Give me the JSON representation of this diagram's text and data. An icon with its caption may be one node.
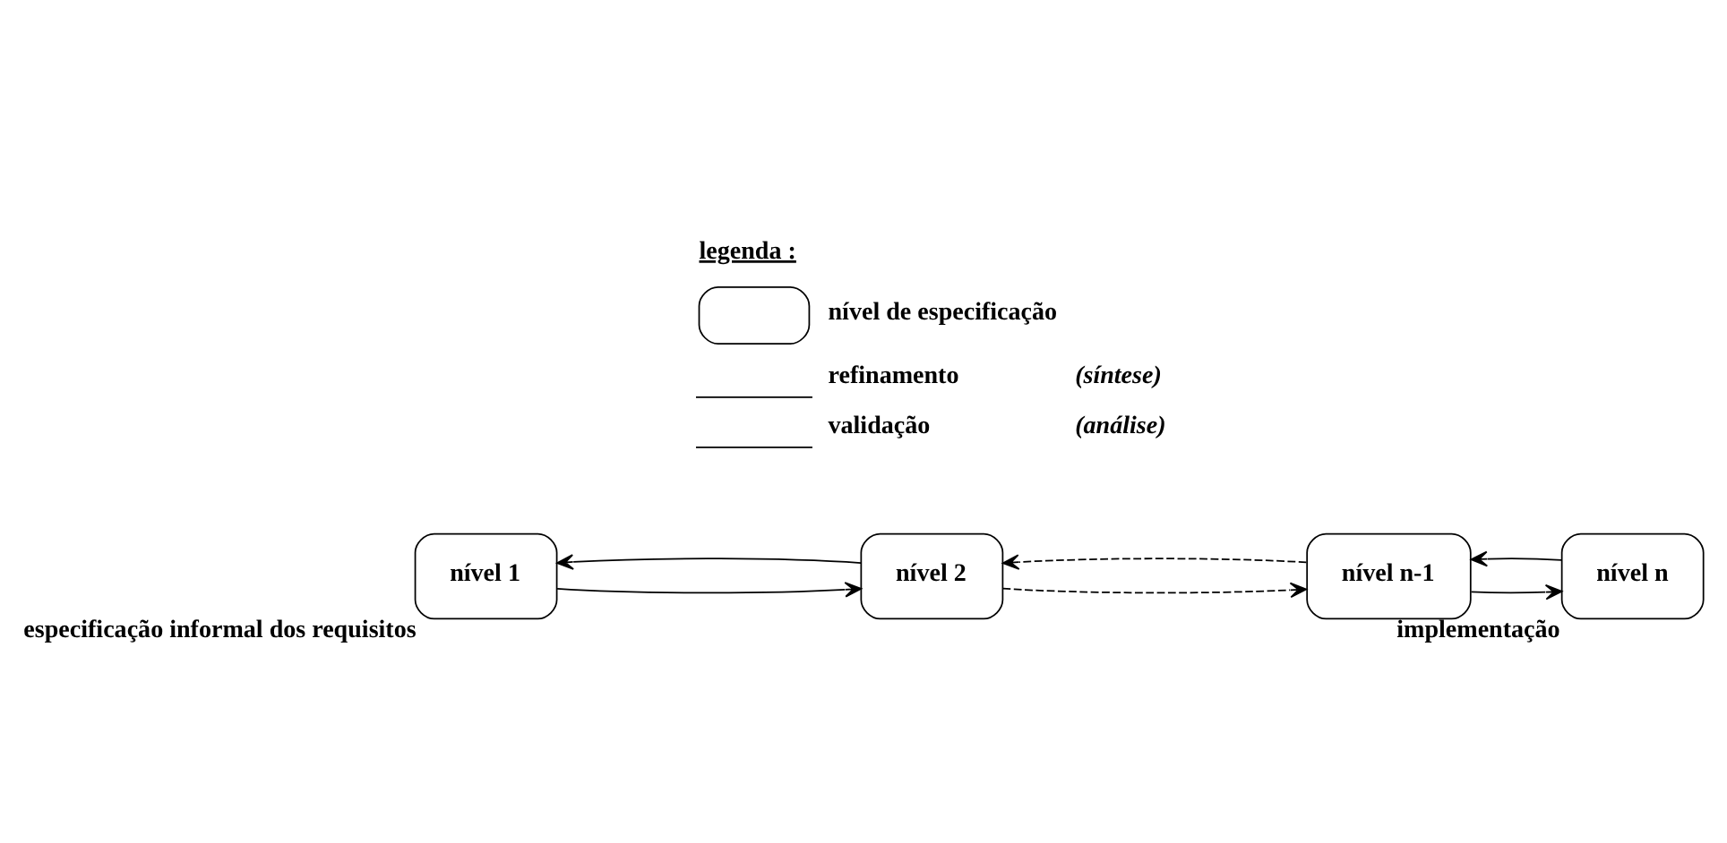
{
  "diagram": {
    "nodes": [
      {
        "text": [
          "nível 1"
        ],
        "beside": [
          "especificação informal dos requisitos"
        ]
      },
      {
        "text": [
          "nível 2"
        ]
      },
      {
        "text": [
          "nível n-1"
        ]
      },
      {
        "text": [
          "nível n"
        ],
        "beside": [
          "implementação"
        ]
      }
    ],
    "edges": [
      {
        "from": 0,
        "to": 1,
        "arrow": "to"
      },
      {
        "from": 1,
        "to": 0,
        "arrow": "to"
      },
      {
        "from": 1,
        "to": 2,
        "arrow": "to",
        "style": "dashed"
      },
      {
        "from": 2,
        "to": 1,
        "arrow": "to",
        "style": "dashed"
      },
      {
        "from": 2,
        "to": 3,
        "arrow": "to"
      },
      {
        "from": 3,
        "to": 2,
        "arrow": "to"
      }
    ],
    "labels": [
      "legenda :",
      "(síntese)",
      "(análise)"
    ],
    "legend": [
      {
        "text": "nível de especificação"
      },
      {
        "text": "refinamento"
      },
      {
        "text": "validação"
      }
    ]
  }
}
